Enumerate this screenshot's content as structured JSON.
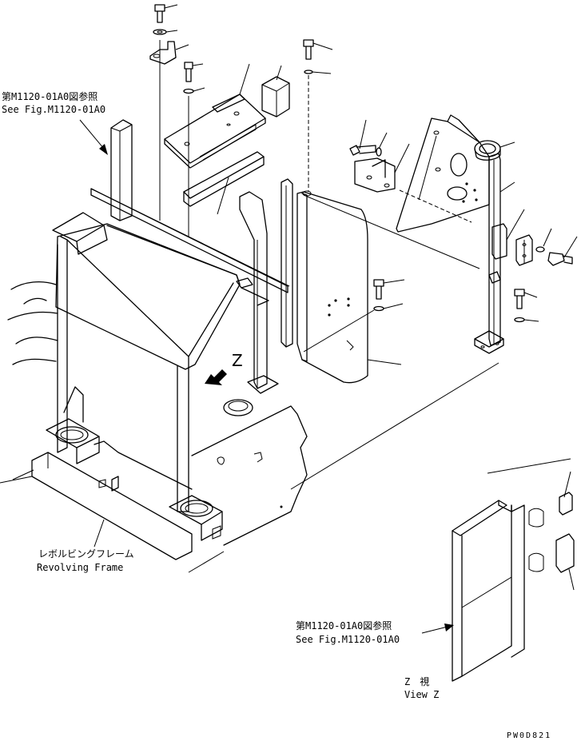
{
  "callouts": {
    "top_ref_jp": "第M1120-01A0図参照",
    "top_ref_en": "See Fig.M1120-01A0",
    "frame_jp": "レボルビングフレーム",
    "frame_en": "Revolving Frame",
    "bottom_ref_jp": "第M1120-01A0図参照",
    "bottom_ref_en": "See Fig.M1120-01A0",
    "view_jp": "Z　視",
    "view_en": "View Z",
    "view_marker": "Z"
  },
  "drawing_code": "PW0D821"
}
